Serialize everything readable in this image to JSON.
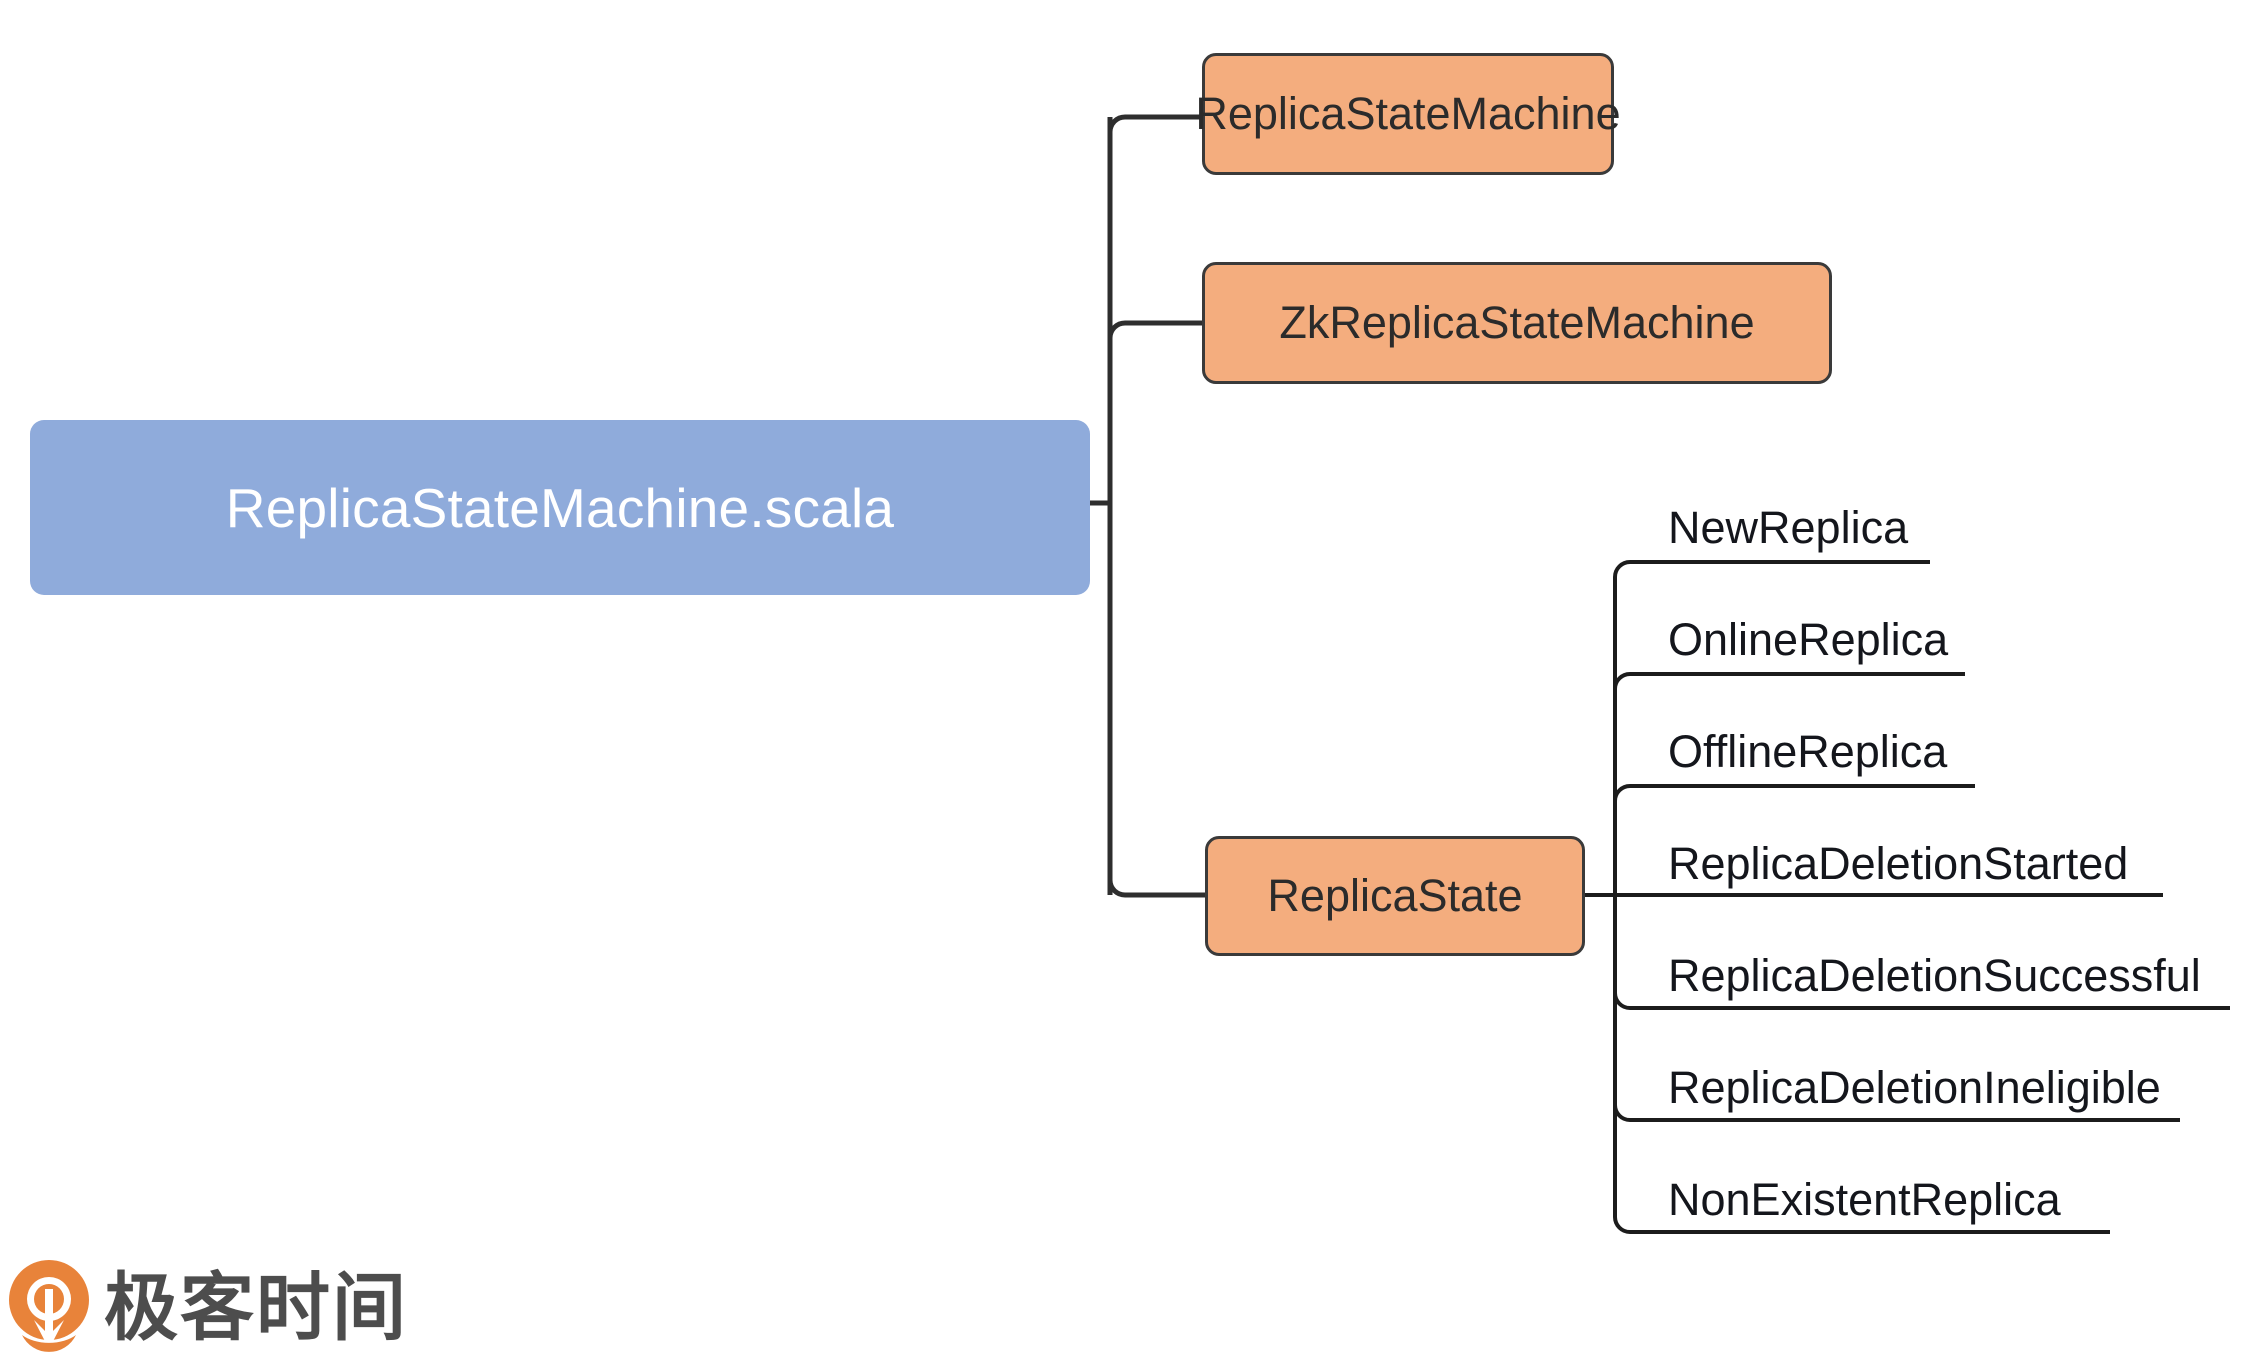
{
  "diagram": {
    "type": "mind-map",
    "root": {
      "label": "ReplicaStateMachine.scala",
      "fill": "#8FABDB",
      "text_color": "#FFFFFF"
    },
    "branch_fill": "#F4AD7E",
    "branch_border": "#3A3A3A",
    "branches": [
      {
        "label": "ReplicaStateMachine"
      },
      {
        "label": "ZkReplicaStateMachine"
      },
      {
        "label": "ReplicaState"
      }
    ],
    "leaves": [
      {
        "label": "NewReplica"
      },
      {
        "label": "OnlineReplica"
      },
      {
        "label": "OfflineReplica"
      },
      {
        "label": "ReplicaDeletionStarted"
      },
      {
        "label": "ReplicaDeletionSuccessful"
      },
      {
        "label": "ReplicaDeletionIneligible"
      },
      {
        "label": "NonExistentReplica"
      }
    ]
  },
  "branding": {
    "wordmark": "极客时间",
    "mark_color": "#E8833A",
    "wordmark_color": "#4D4D4D",
    "mark_icon": "geektime-pin-icon"
  }
}
